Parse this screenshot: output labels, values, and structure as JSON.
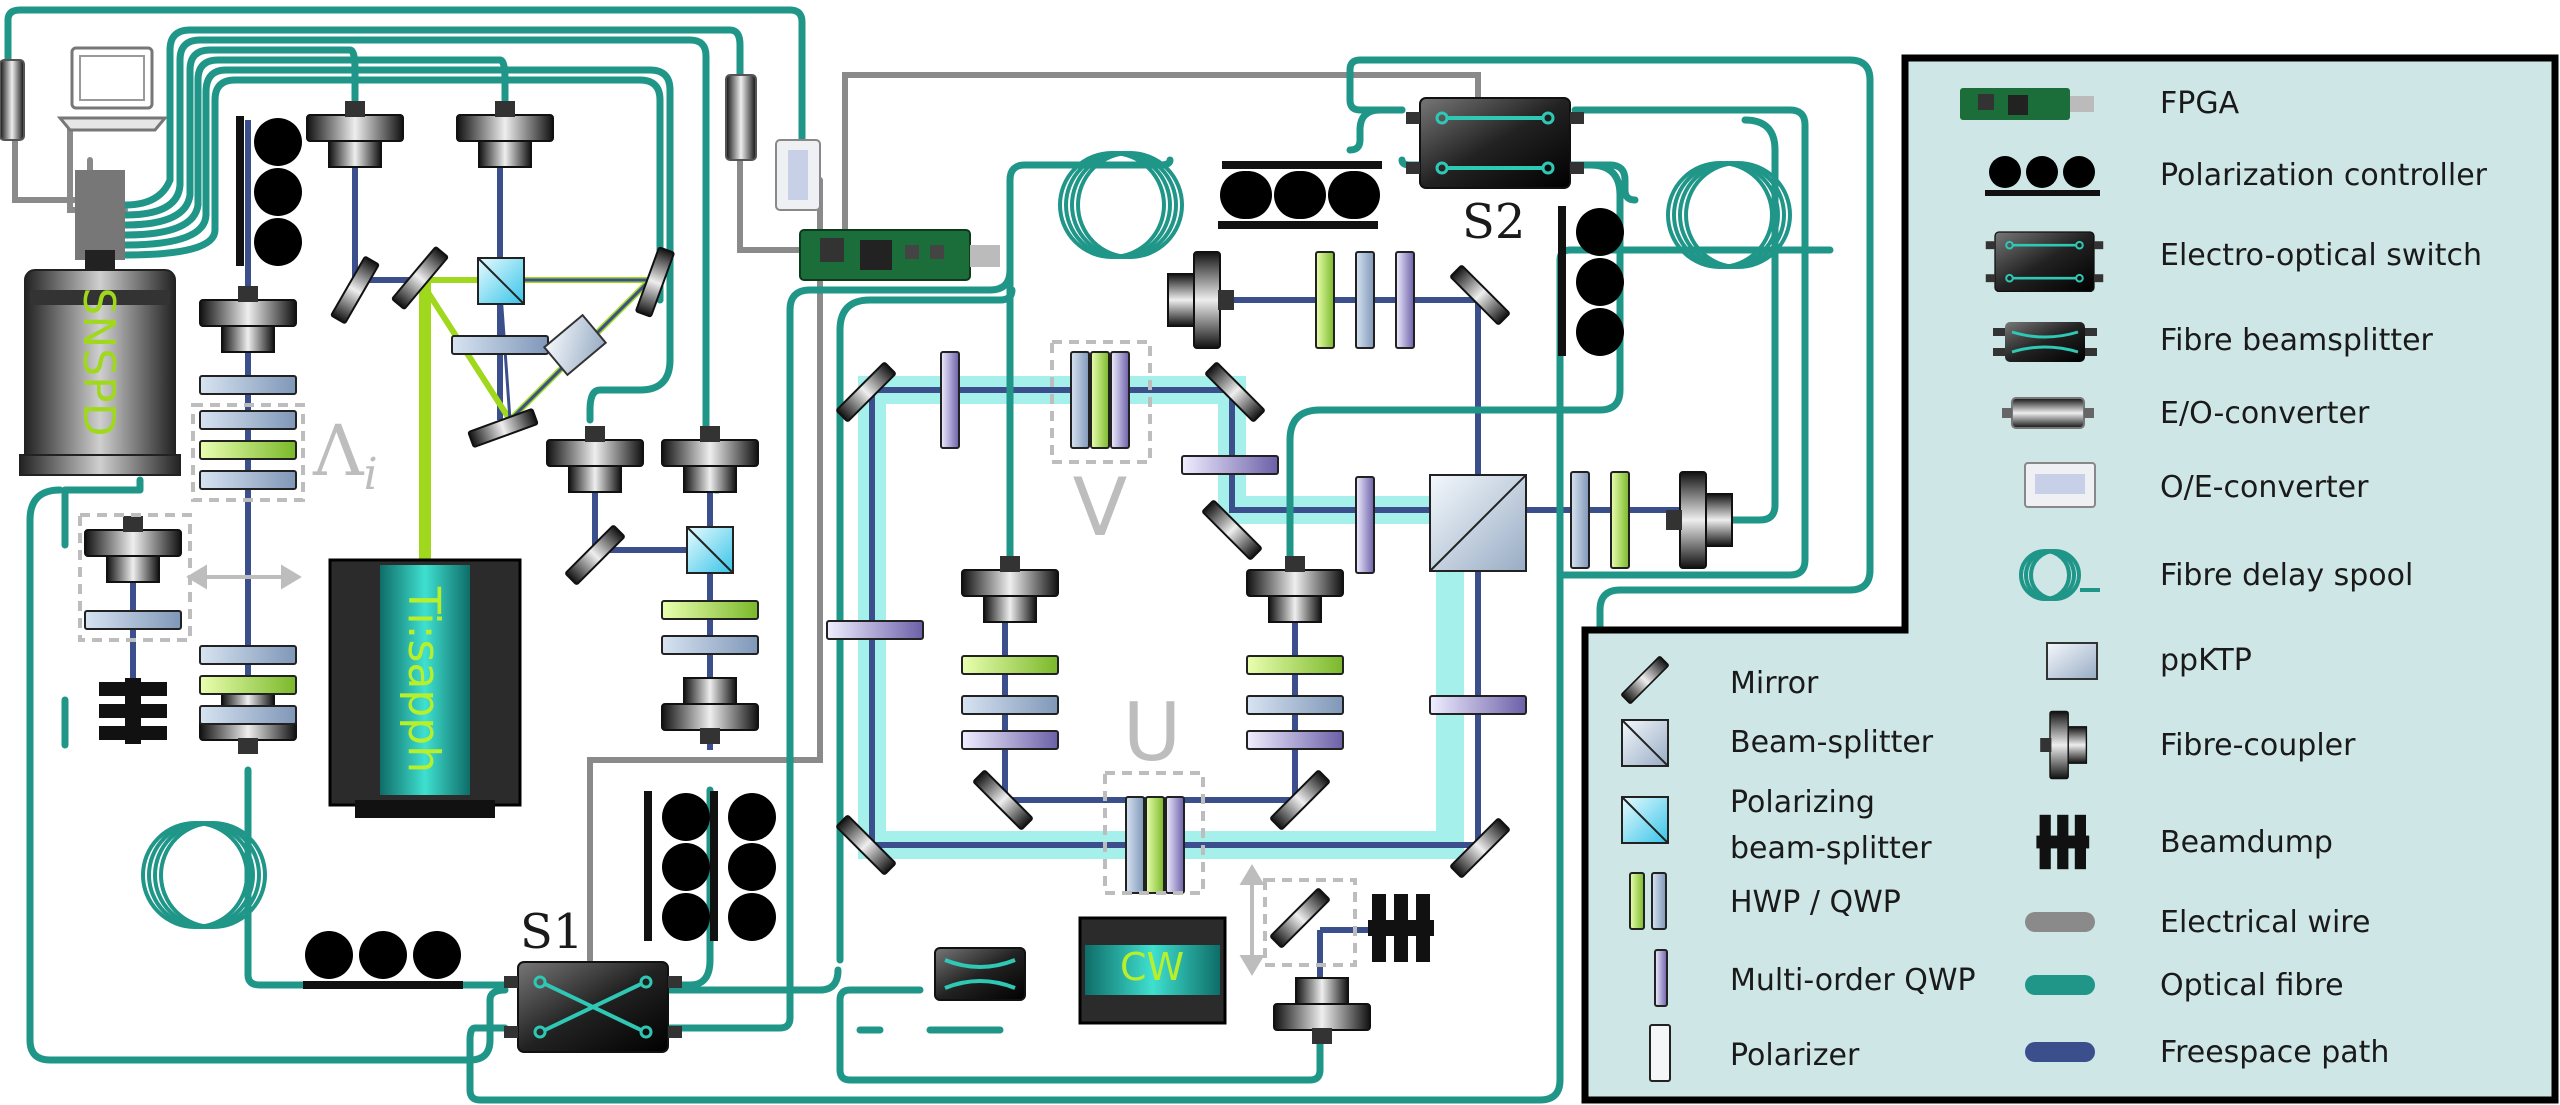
{
  "labels": {
    "snspd": "SNSPD",
    "tisapph": "Ti:sapph",
    "cw": "CW",
    "s1": "S1",
    "s2": "S2",
    "u": "U",
    "v": "V",
    "lambda": "Λ",
    "lambda_sub": "i"
  },
  "legend_right": [
    {
      "icon": "fpga-icon",
      "label": "FPGA"
    },
    {
      "icon": "polarization-controller-icon",
      "label": "Polarization controller"
    },
    {
      "icon": "electro-optical-switch-icon",
      "label": "Electro-optical switch"
    },
    {
      "icon": "fibre-beamsplitter-icon",
      "label": "Fibre beamsplitter"
    },
    {
      "icon": "eo-converter-icon",
      "label": "E/O-converter"
    },
    {
      "icon": "oe-converter-icon",
      "label": "O/E-converter"
    },
    {
      "icon": "fibre-delay-spool-icon",
      "label": "Fibre delay spool"
    },
    {
      "icon": "ppktp-icon",
      "label": "ppKTP"
    },
    {
      "icon": "fibre-coupler-icon",
      "label": "Fibre-coupler"
    },
    {
      "icon": "beamdump-icon",
      "label": "Beamdump"
    },
    {
      "icon": "electrical-wire-icon",
      "label": "Electrical wire"
    },
    {
      "icon": "optical-fibre-icon",
      "label": "Optical fibre"
    },
    {
      "icon": "freespace-path-icon",
      "label": "Freespace path"
    }
  ],
  "legend_left": [
    {
      "icon": "mirror-icon",
      "label": "Mirror"
    },
    {
      "icon": "beam-splitter-icon",
      "label": "Beam-splitter"
    },
    {
      "icon": "polarizing-beam-splitter-icon",
      "label": "Polarizing"
    },
    {
      "icon": "polarizing-beam-splitter-icon-2",
      "label": "beam-splitter"
    },
    {
      "icon": "hwp-qwp-icon",
      "label": "HWP / QWP"
    },
    {
      "icon": "multi-order-qwp-icon",
      "label": "Multi-order QWP"
    },
    {
      "icon": "polarizer-icon",
      "label": "Polarizer"
    }
  ],
  "colors": {
    "fibre": "#1f9688",
    "wire": "#8a8a8a",
    "freespace": "#3b4f8c",
    "legend_bg": "#cfe6e6",
    "laser_green": "#9fd81c",
    "cyan_glow": "#a6f0ec"
  }
}
